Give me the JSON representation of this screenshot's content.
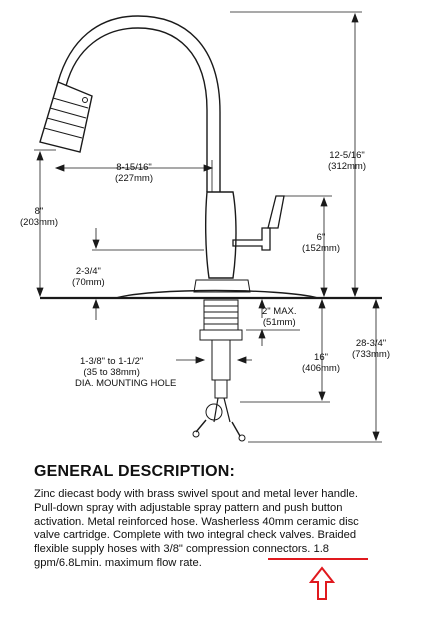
{
  "dimensions": {
    "height_total": "12-5/16\"",
    "height_total_mm": "(312mm)",
    "reach": "8-15/16\"",
    "reach_mm": "(227mm)",
    "spray_height": "8\"",
    "spray_height_mm": "(203mm)",
    "handle_height": "6\"",
    "handle_height_mm": "(152mm)",
    "base_height": "2-3/4\"",
    "base_height_mm": "(70mm)",
    "deck_max": "2\" MAX.",
    "deck_max_mm": "(51mm)",
    "hose_length": "16\"",
    "hose_length_mm": "(406mm)",
    "below_deck": "28-3/4\"",
    "below_deck_mm": "(733mm)",
    "mounting_hole": "1-3/8\" to 1-1/2\"",
    "mounting_hole_mm": "(35 to 38mm)",
    "mounting_hole_label": "DIA. MOUNTING HOLE"
  },
  "description": {
    "title": "GENERAL DESCRIPTION:",
    "text_before": "Zinc diecast body with brass swivel spout and metal lever handle. Pull-down spray with adjustable spray pattern and push button activation. Metal reinforced hose. Washerless 40mm ceramic disc valve cartridge. Complete with two integral check valves. Braided flexible supply hoses with ",
    "highlight": "3/8\" compression",
    "text_after": " connectors. 1.8 gpm/6.8Lmin. maximum flow rate."
  },
  "colors": {
    "annotation": "#e0191e",
    "line": "#1a1a1a"
  }
}
